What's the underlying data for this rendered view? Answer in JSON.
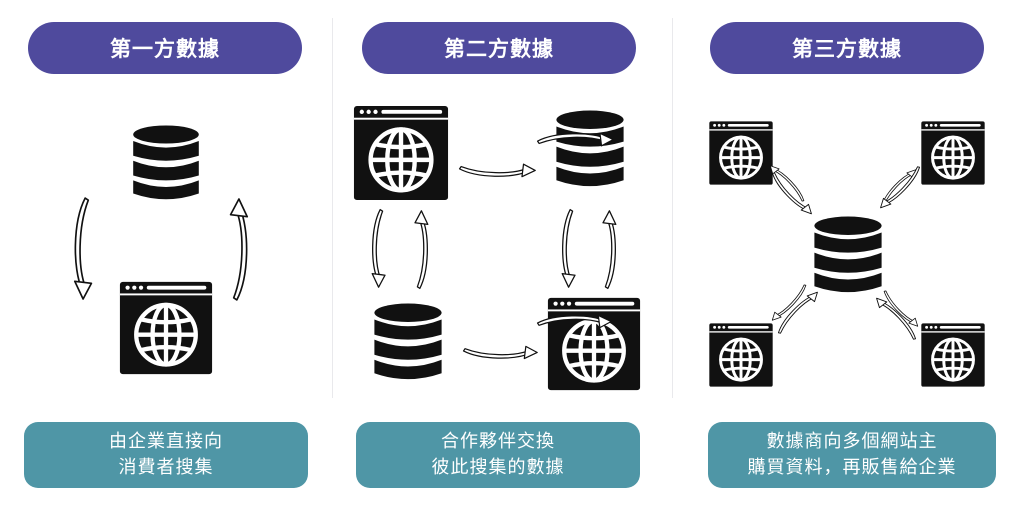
{
  "colors": {
    "header": "#4f4a9d",
    "caption": "#4f96a6",
    "icon": "#111111",
    "arrow": "#111111"
  },
  "panels": [
    {
      "title": "第一方數據",
      "caption_lines": [
        "由企業直接向",
        "消費者搜集"
      ],
      "icons": [
        "database-icon",
        "website-globe-icon"
      ]
    },
    {
      "title": "第二方數據",
      "caption_lines": [
        "合作夥伴交換",
        "彼此搜集的數據"
      ],
      "icons": [
        "website-globe-icon",
        "database-icon",
        "database-icon",
        "website-globe-icon"
      ]
    },
    {
      "title": "第三方數據",
      "caption_lines": [
        "數據商向多個網站主",
        "購買資料，再販售給企業"
      ],
      "icons": [
        "website-globe-icon",
        "website-globe-icon",
        "database-icon",
        "website-globe-icon",
        "website-globe-icon"
      ]
    }
  ]
}
